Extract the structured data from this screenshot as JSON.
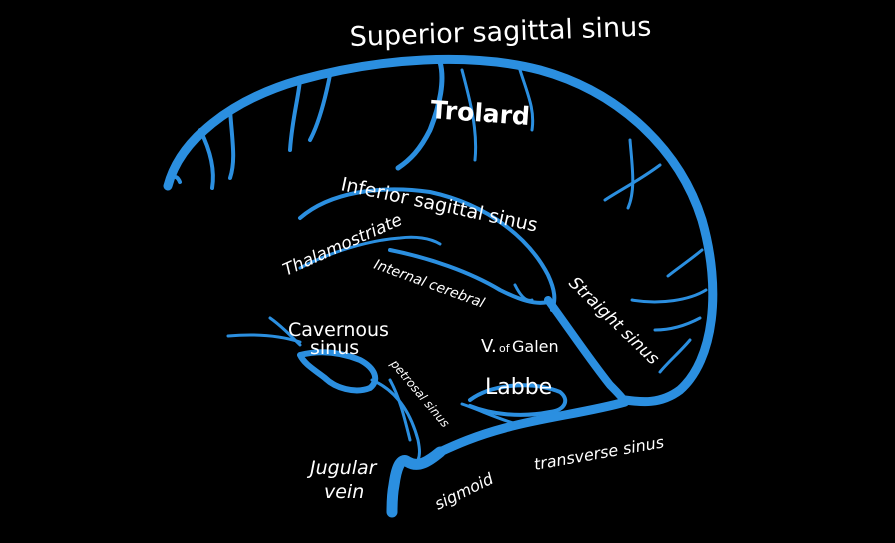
{
  "colors": {
    "background": "#000000",
    "vein": "#2b8fe0",
    "vein_highlight": "#7fd0ff",
    "label": "#ffffff"
  },
  "labels": {
    "superior_sagittal_sinus": "Superior sagittal sinus",
    "trolard": "Trolard",
    "inferior_sagittal_sinus": "Inferior sagittal sinus",
    "thalamostriate": "Thalamostriate",
    "internal_cerebral": "Internal cerebral",
    "cavernous": "Cavernous",
    "sinus": "sinus",
    "petrosal_sinus": "petrosal sinus",
    "v_of_galen_v": "V.",
    "v_of_galen_of": "of",
    "v_of_galen_galen": "Galen",
    "straight_sinus": "Straight sinus",
    "labbe": "Labbe",
    "transverse_sinus": "transverse sinus",
    "jugular": "Jugular",
    "vein": "vein",
    "sigmoid": "sigmoid"
  }
}
